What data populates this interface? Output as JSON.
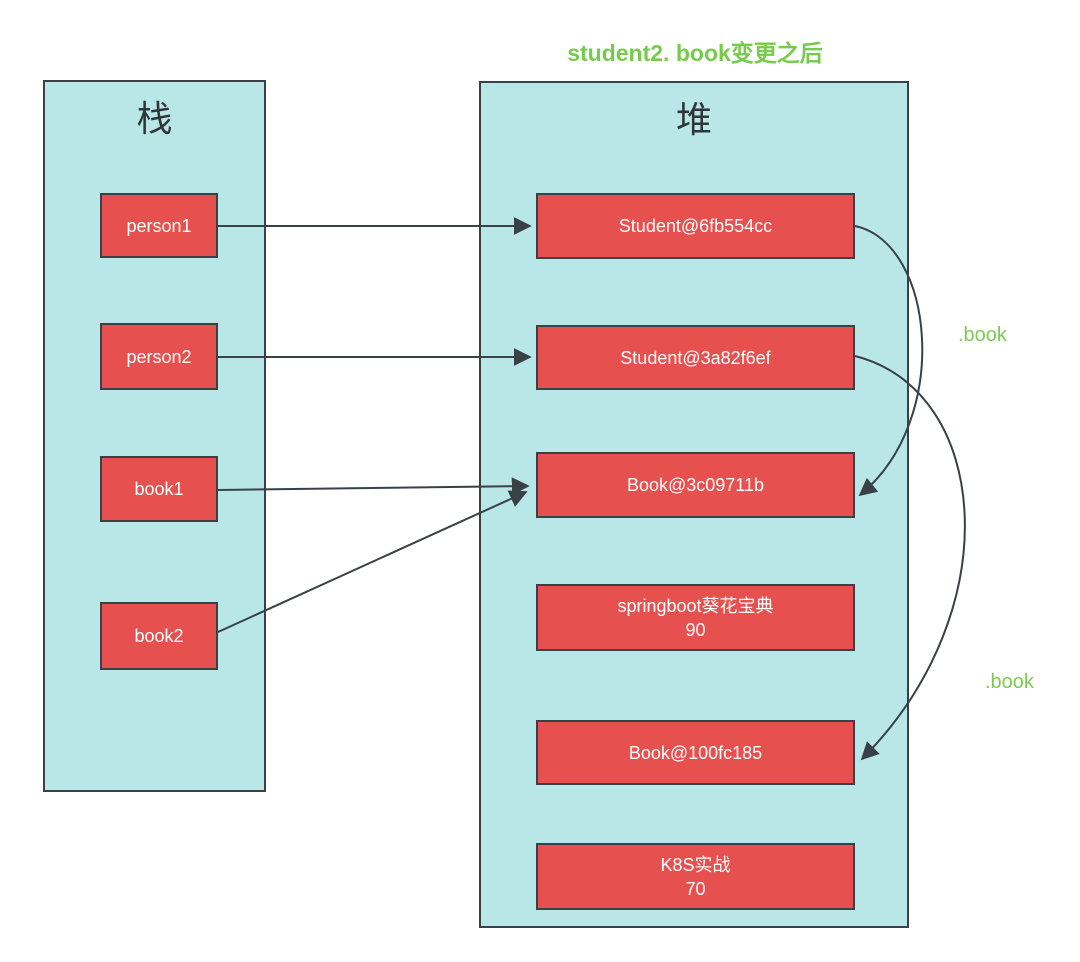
{
  "diagram": {
    "title": "student2. book变更之后",
    "stack": {
      "header": "栈",
      "nodes": [
        {
          "label": "person1"
        },
        {
          "label": "person2"
        },
        {
          "label": "book1"
        },
        {
          "label": "book2"
        }
      ]
    },
    "heap": {
      "header": "堆",
      "nodes": [
        {
          "label": "Student@6fb554cc",
          "value": ""
        },
        {
          "label": "Student@3a82f6ef",
          "value": ""
        },
        {
          "label": "Book@3c09711b",
          "value": ""
        },
        {
          "label": "springboot葵花宝典",
          "value": "90"
        },
        {
          "label": "Book@100fc185",
          "value": ""
        },
        {
          "label": "K8S实战",
          "value": "70"
        }
      ]
    },
    "edges": {
      "labels": [
        {
          "text": ".book"
        },
        {
          "text": ".book"
        }
      ]
    },
    "colors": {
      "container_fill": "#b9e7e8",
      "node_fill": "#e6504e",
      "node_text": "#ffffff",
      "stroke": "#394046",
      "title_green": "#76cb4d",
      "label_green": "#7dcb52"
    }
  }
}
